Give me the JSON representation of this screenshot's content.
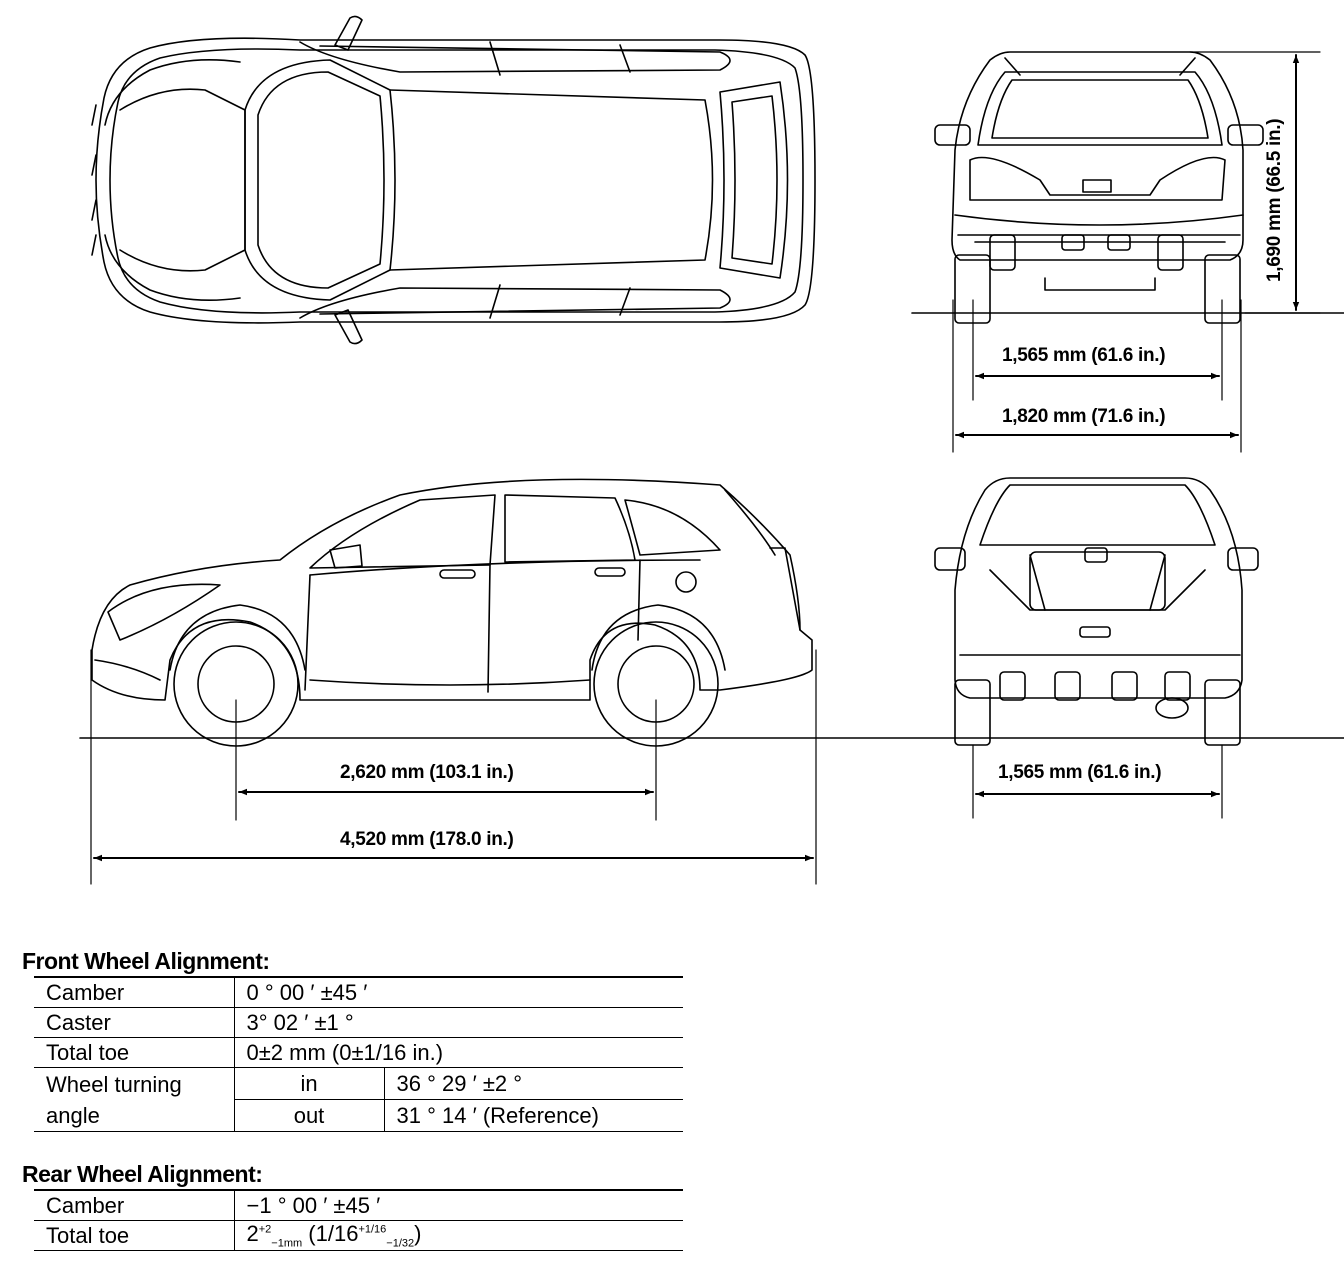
{
  "dimensions": {
    "height": "1,690 mm (66.5 in.)",
    "front_tread": "1,565 mm (61.6 in.)",
    "overall_width": "1,820 mm (71.6 in.)",
    "wheelbase": "2,620 mm (103.1 in.)",
    "overall_length": "4,520 mm (178.0 in.)",
    "rear_tread": "1,565 mm (61.6 in.)"
  },
  "front_alignment": {
    "title": "Front Wheel Alignment:",
    "camber_label": "Camber",
    "camber_value": "0 ° 00 ′ ±45 ′",
    "caster_label": "Caster",
    "caster_value": "3° 02 ′ ±1 °",
    "toe_label": "Total toe",
    "toe_value": "0±2 mm (0±1/16 in.)",
    "turning_label_1": "Wheel turning",
    "turning_label_2": "angle",
    "in_label": "in",
    "in_value": "36 ° 29 ′ ±2 °",
    "out_label": "out",
    "out_value": "31 ° 14 ′ (Reference)"
  },
  "rear_alignment": {
    "title": "Rear Wheel Alignment:",
    "camber_label": "Camber",
    "camber_value": "−1 ° 00 ′ ±45 ′",
    "toe_label": "Total toe",
    "toe_main": "2",
    "toe_sup": "+2",
    "toe_sub": "−1mm",
    "toe_paren_open": " (1/16",
    "toe_paren_sup": "+1/16",
    "toe_paren_sub": "−1/32",
    "toe_paren_close": ")"
  }
}
